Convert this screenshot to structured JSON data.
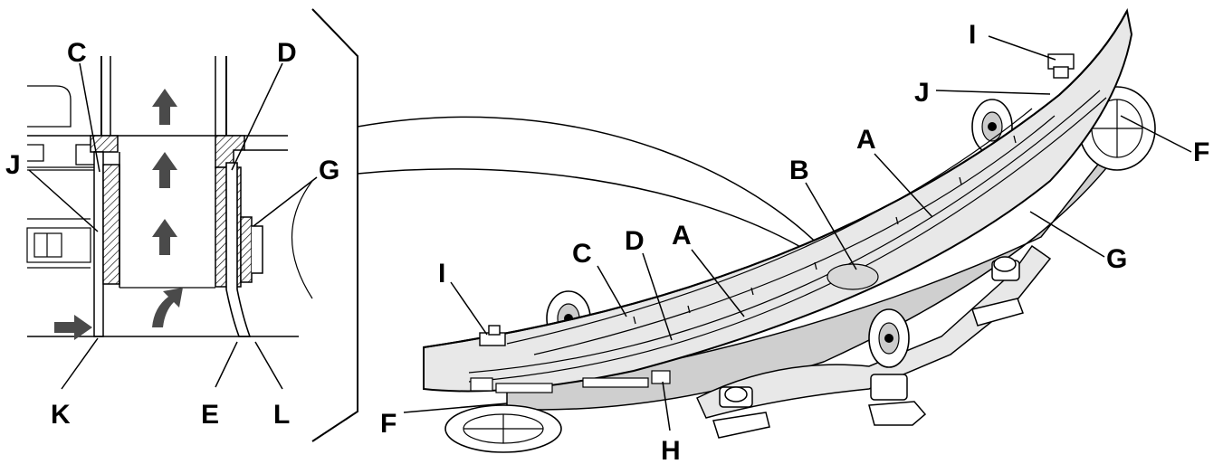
{
  "labels": {
    "inset_c": "C",
    "inset_d": "D",
    "inset_j": "J",
    "inset_g": "G",
    "inset_k": "K",
    "inset_e": "E",
    "inset_l": "L",
    "main_i_top": "I",
    "main_j": "J",
    "main_f_right": "F",
    "main_a_right": "A",
    "main_b": "B",
    "main_g": "G",
    "main_c": "C",
    "main_d": "D",
    "main_a_left": "A",
    "main_i_left": "I",
    "main_f_left": "F",
    "main_h": "H"
  },
  "colors": {
    "line": "#000000",
    "arrow": "#4a4a4a",
    "fill_light": "#e8e8e8",
    "fill_mid": "#cfcfcf",
    "background": "#ffffff"
  }
}
